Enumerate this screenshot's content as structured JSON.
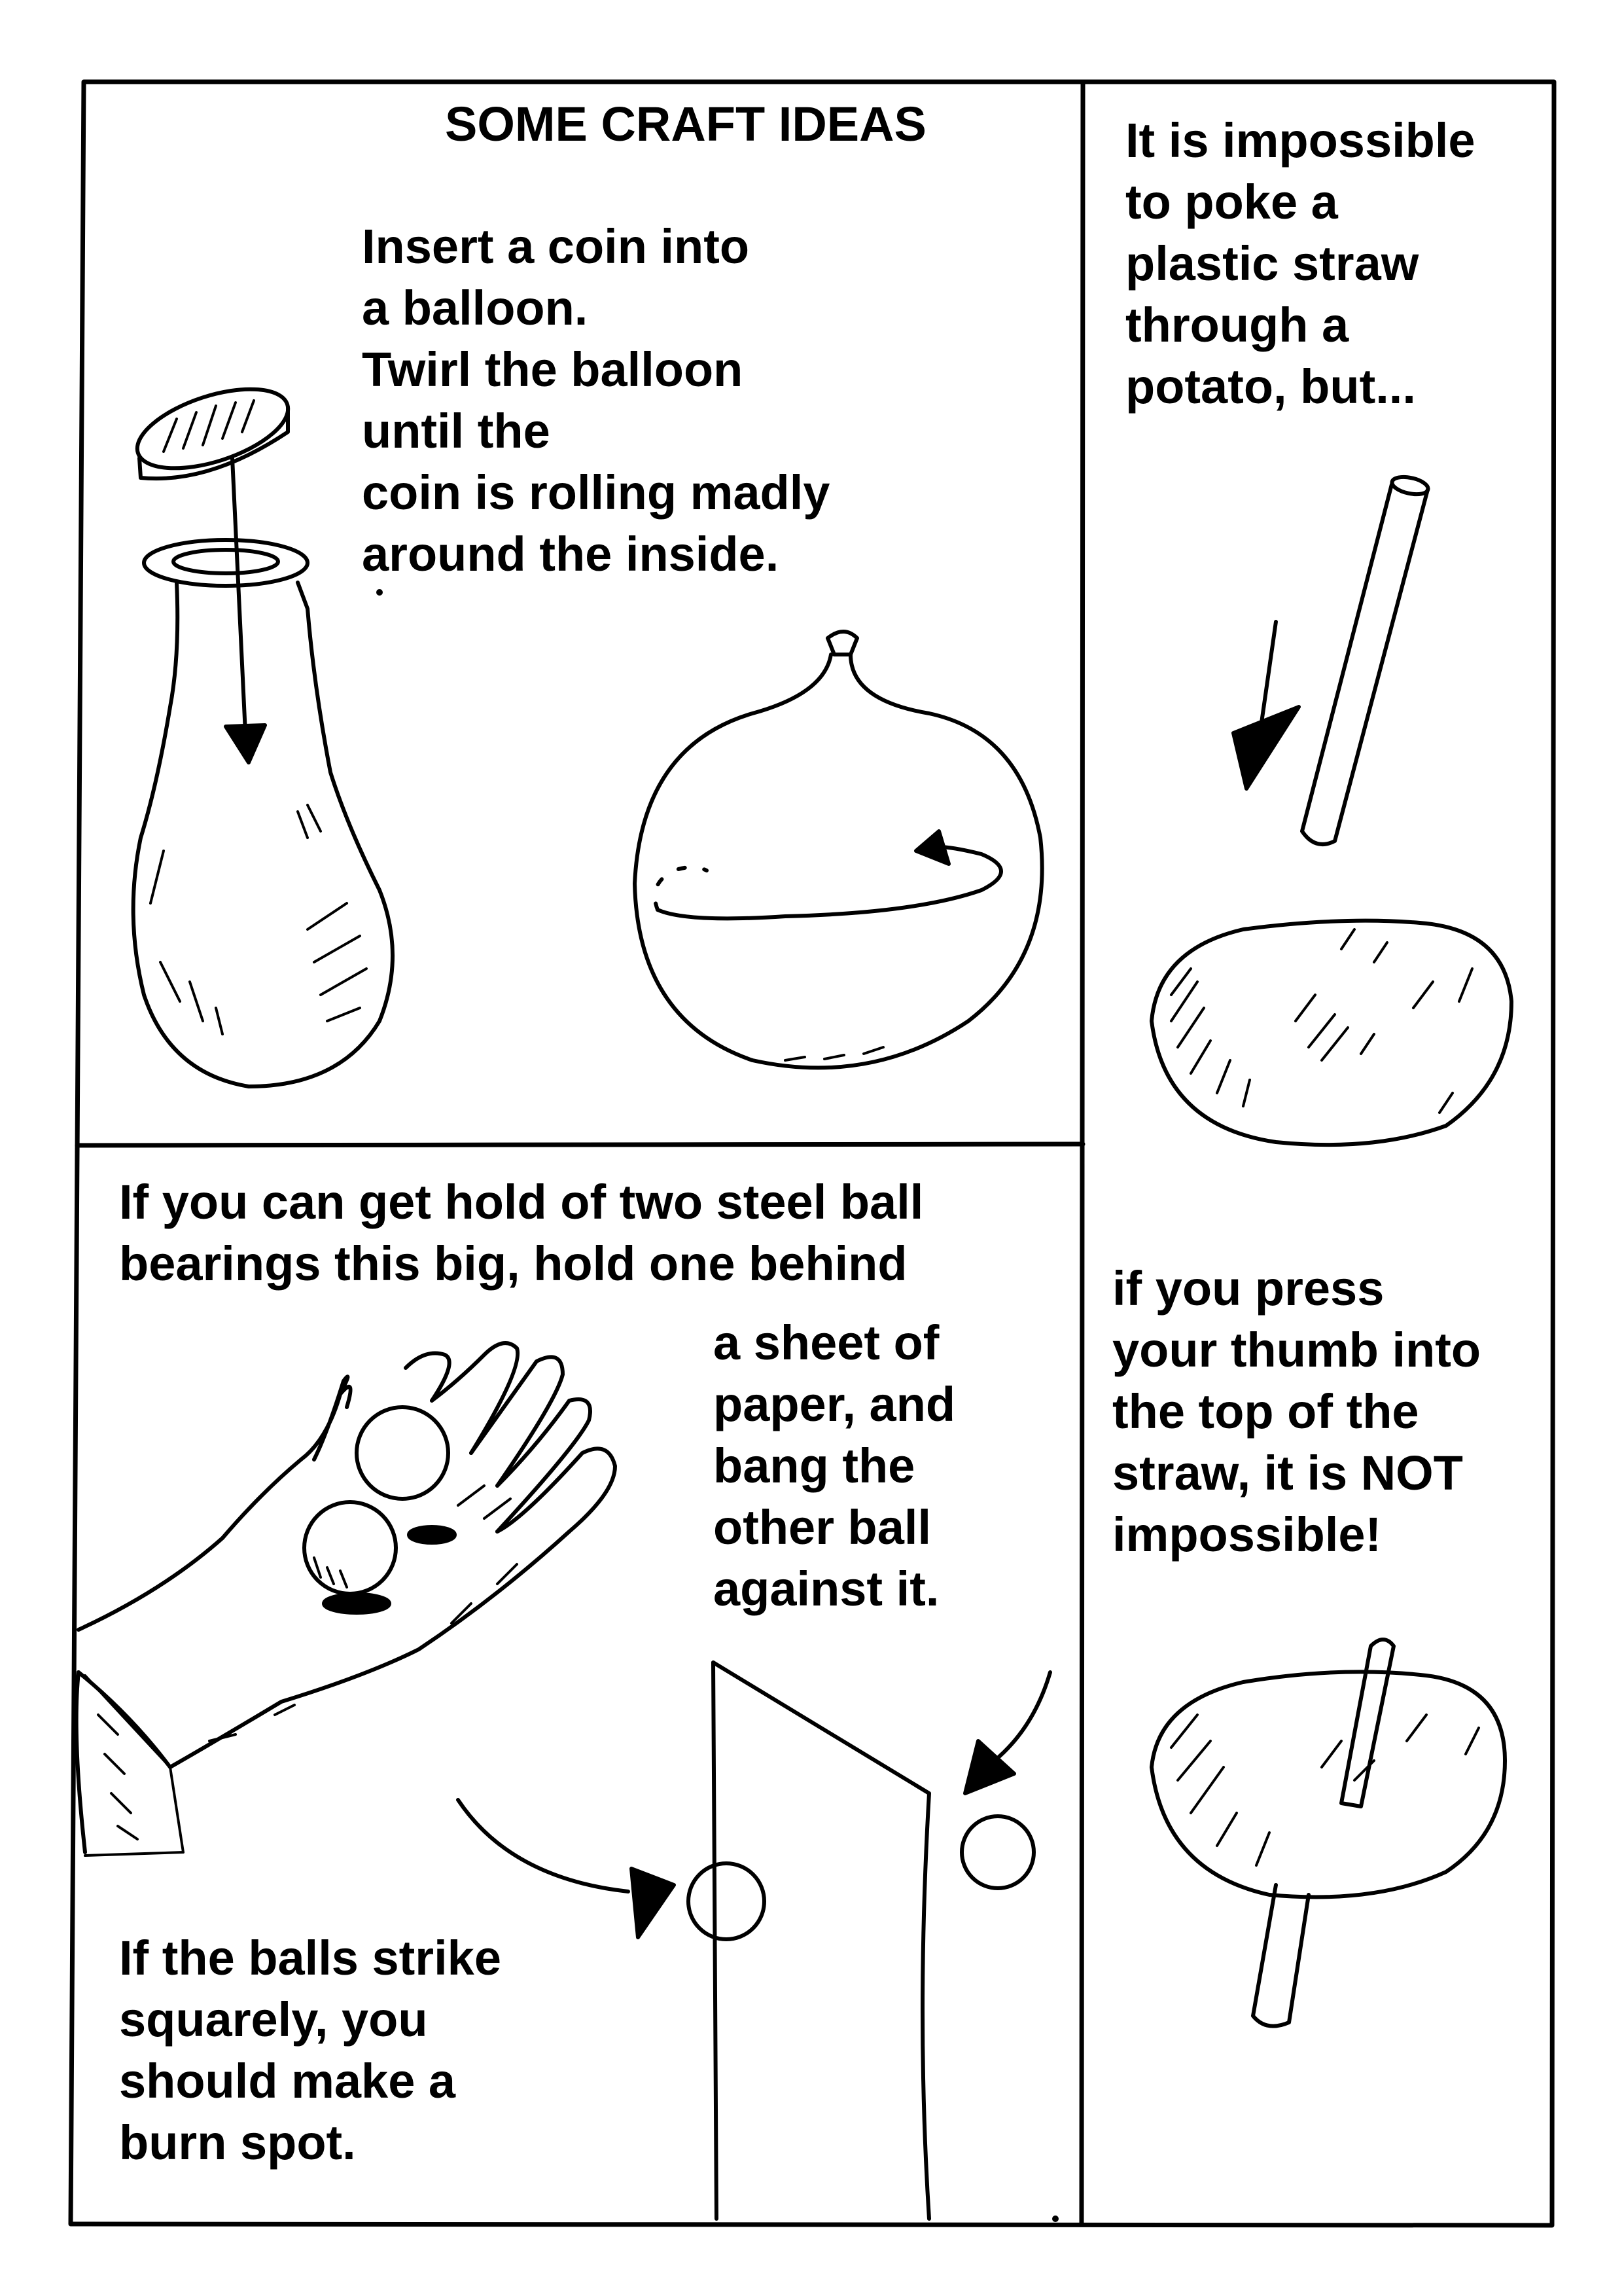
{
  "title": "SOME CRAFT IDEAS",
  "panels": {
    "coin_balloon": {
      "text": "Insert a coin into\na balloon.\nTwirl the balloon\nuntil the\ncoin is rolling madly\naround the inside."
    },
    "potato_straw": {
      "intro": "It is impossible\nto poke a\nplastic straw\nthrough a\npotato, but...",
      "followup": "if you press\nyour thumb into\nthe top of the\nstraw, it is NOT\nimpossible!"
    },
    "ball_bearings": {
      "intro": "If you can get hold of two steel ball\nbearings this big, hold one behind",
      "continued": "a sheet of\npaper, and\nbang the\nother ball\nagainst it.",
      "result": "If the balls strike\nsquarely, you\nshould make a\nburn spot."
    }
  },
  "colors": {
    "ink": "#000000",
    "paper": "#ffffff"
  },
  "illustrations": [
    "coin-drawing",
    "deflated-balloon",
    "inflated-balloon",
    "straw",
    "potato",
    "hand-with-ball-bearings",
    "paper-sheet",
    "ball",
    "potato-pierced-by-straw"
  ]
}
